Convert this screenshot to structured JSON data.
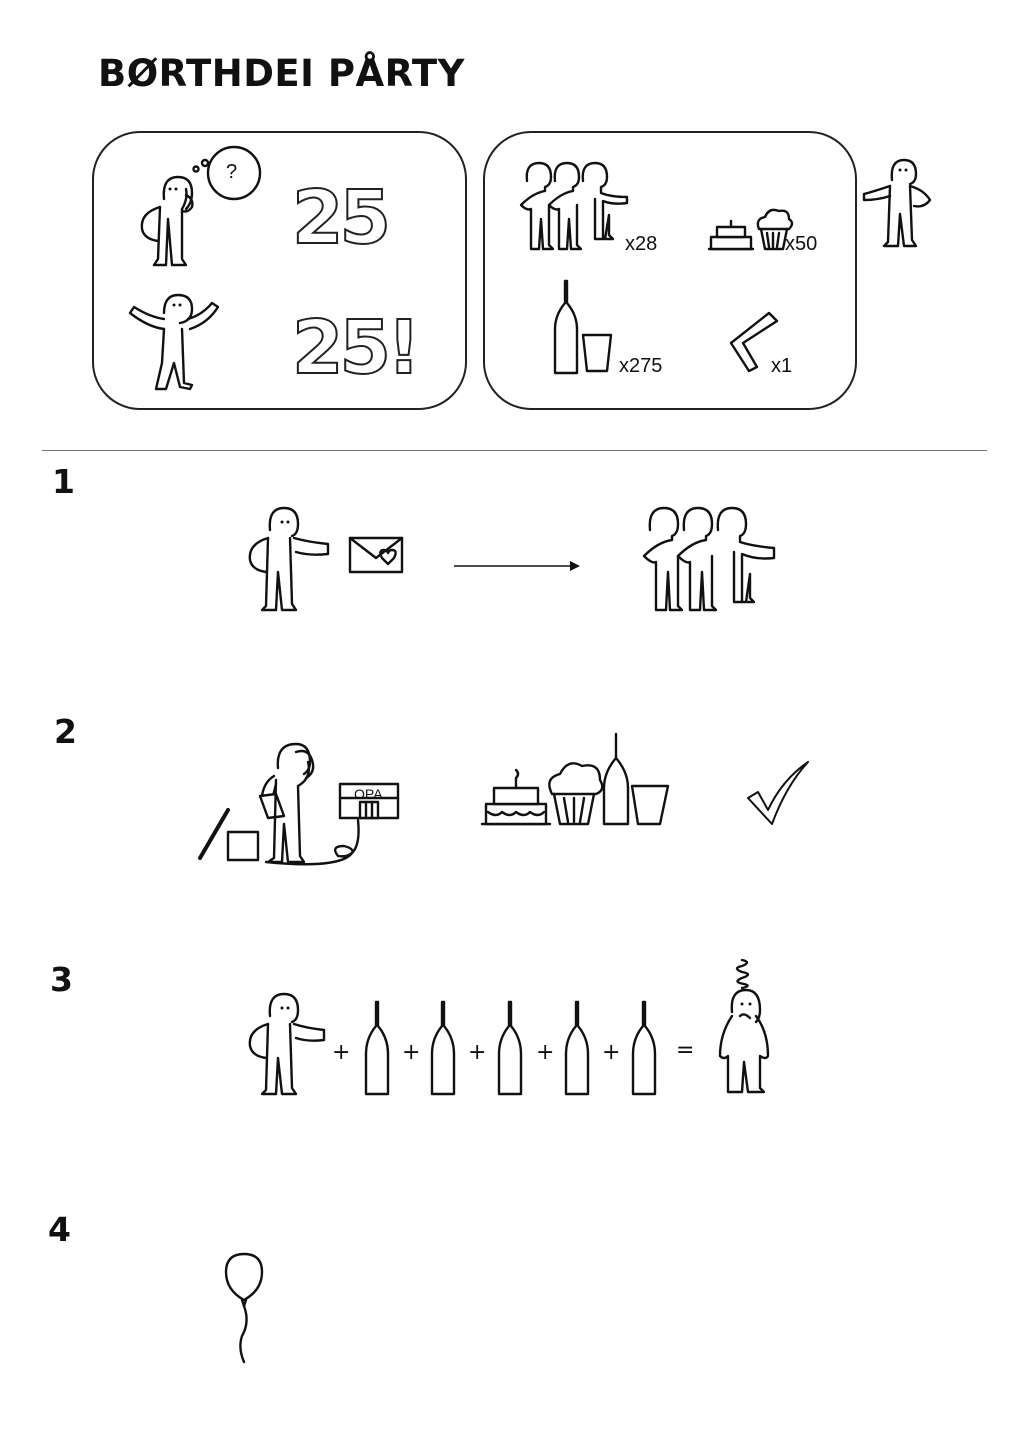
{
  "title": "BØRTHDEI PÅRTY",
  "panel_left": {
    "number_plain": "25",
    "number_excited": "25!",
    "thought": "?"
  },
  "panel_right": {
    "guests_qty": "x28",
    "cakes_qty": "x50",
    "drinks_qty": "x275",
    "tool_qty": "x1"
  },
  "steps": [
    {
      "number": "1"
    },
    {
      "number": "2",
      "shop_sign": "OPA"
    },
    {
      "number": "3",
      "plus": "+",
      "equals": "="
    },
    {
      "number": "4"
    }
  ]
}
